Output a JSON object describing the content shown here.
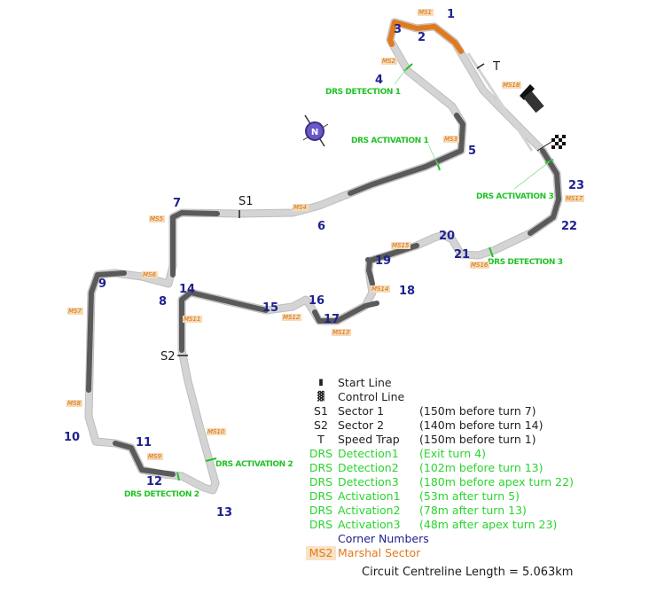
{
  "circuit": {
    "length_label": "Circuit Centreline Length = 5.063km"
  },
  "corners": [
    "1",
    "2",
    "3",
    "4",
    "5",
    "6",
    "7",
    "8",
    "9",
    "10",
    "11",
    "12",
    "13",
    "14",
    "15",
    "16",
    "17",
    "18",
    "19",
    "20",
    "21",
    "22",
    "23"
  ],
  "marshal_sectors": [
    "MS1",
    "MS2",
    "MS3",
    "MS4",
    "MS5",
    "MS6",
    "MS7",
    "MS8",
    "MS9",
    "MS10",
    "MS11",
    "MS12",
    "MS13",
    "MS14",
    "MS15",
    "MS16",
    "MS17",
    "MS18"
  ],
  "markers": {
    "sector1": "S1",
    "sector2": "S2",
    "speed_trap": "T"
  },
  "drs_labels": {
    "detection1": "DRS DETECTION 1",
    "detection2": "DRS DETECTION 2",
    "detection3": "DRS DETECTION 3",
    "activation1": "DRS ACTIVATION 1",
    "activation2": "DRS ACTIVATION 2",
    "activation3": "DRS ACTIVATION 3"
  },
  "compass": {
    "label": "N"
  },
  "legend": [
    {
      "symbol": "start-line-icon",
      "label": "Start Line",
      "note": "",
      "style": "plain"
    },
    {
      "symbol": "control-line-icon",
      "label": "Control Line",
      "note": "",
      "style": "plain"
    },
    {
      "symbol": "S1",
      "label": "Sector 1",
      "note": "(150m before turn 7)",
      "style": "plain"
    },
    {
      "symbol": "S2",
      "label": "Sector 2",
      "note": "(140m before turn 14)",
      "style": "plain"
    },
    {
      "symbol": "T",
      "label": "Speed Trap",
      "note": "(150m before turn 1)",
      "style": "plain"
    },
    {
      "symbol": "DRS",
      "label": "Detection1",
      "note": "(Exit turn 4)",
      "style": "green"
    },
    {
      "symbol": "DRS",
      "label": "Detection2",
      "note": "(102m before turn 13)",
      "style": "green"
    },
    {
      "symbol": "DRS",
      "label": "Detection3",
      "note": "(180m before apex turn 22)",
      "style": "green"
    },
    {
      "symbol": "DRS",
      "label": "Activation1",
      "note": "(53m after turn 5)",
      "style": "green"
    },
    {
      "symbol": "DRS",
      "label": "Activation2",
      "note": "(78m after turn 13)",
      "style": "green"
    },
    {
      "symbol": "DRS",
      "label": "Activation3",
      "note": "(48m after apex turn 23)",
      "style": "green"
    },
    {
      "symbol": "",
      "label": "Corner Numbers",
      "note": "",
      "style": "blue"
    },
    {
      "symbol": "MS2",
      "label": "Marshal Sector",
      "note": "",
      "style": "orange"
    }
  ],
  "colors": {
    "corner": "#1f2190",
    "drs": "#22c227",
    "marshal": "#e07a1c",
    "track_light": "#d4d4d4",
    "track_dark": "#5a5a5a"
  }
}
